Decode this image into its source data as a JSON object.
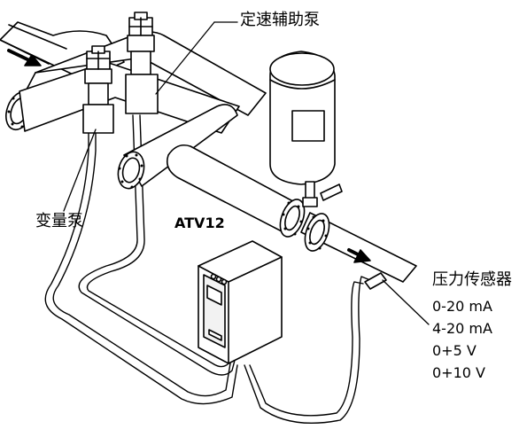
{
  "labels": {
    "aux_pump": "定速辅助泵",
    "var_pump": "变量泵",
    "drive": "ATV12",
    "sensor": "压力传感器"
  },
  "sensor_ranges": [
    "0-20 mA",
    "4-20 mA",
    "0+5 V",
    "0+10 V"
  ],
  "colors": {
    "stroke": "#000000",
    "fill": "#ffffff",
    "drive_panel": "#f2f2f2"
  }
}
